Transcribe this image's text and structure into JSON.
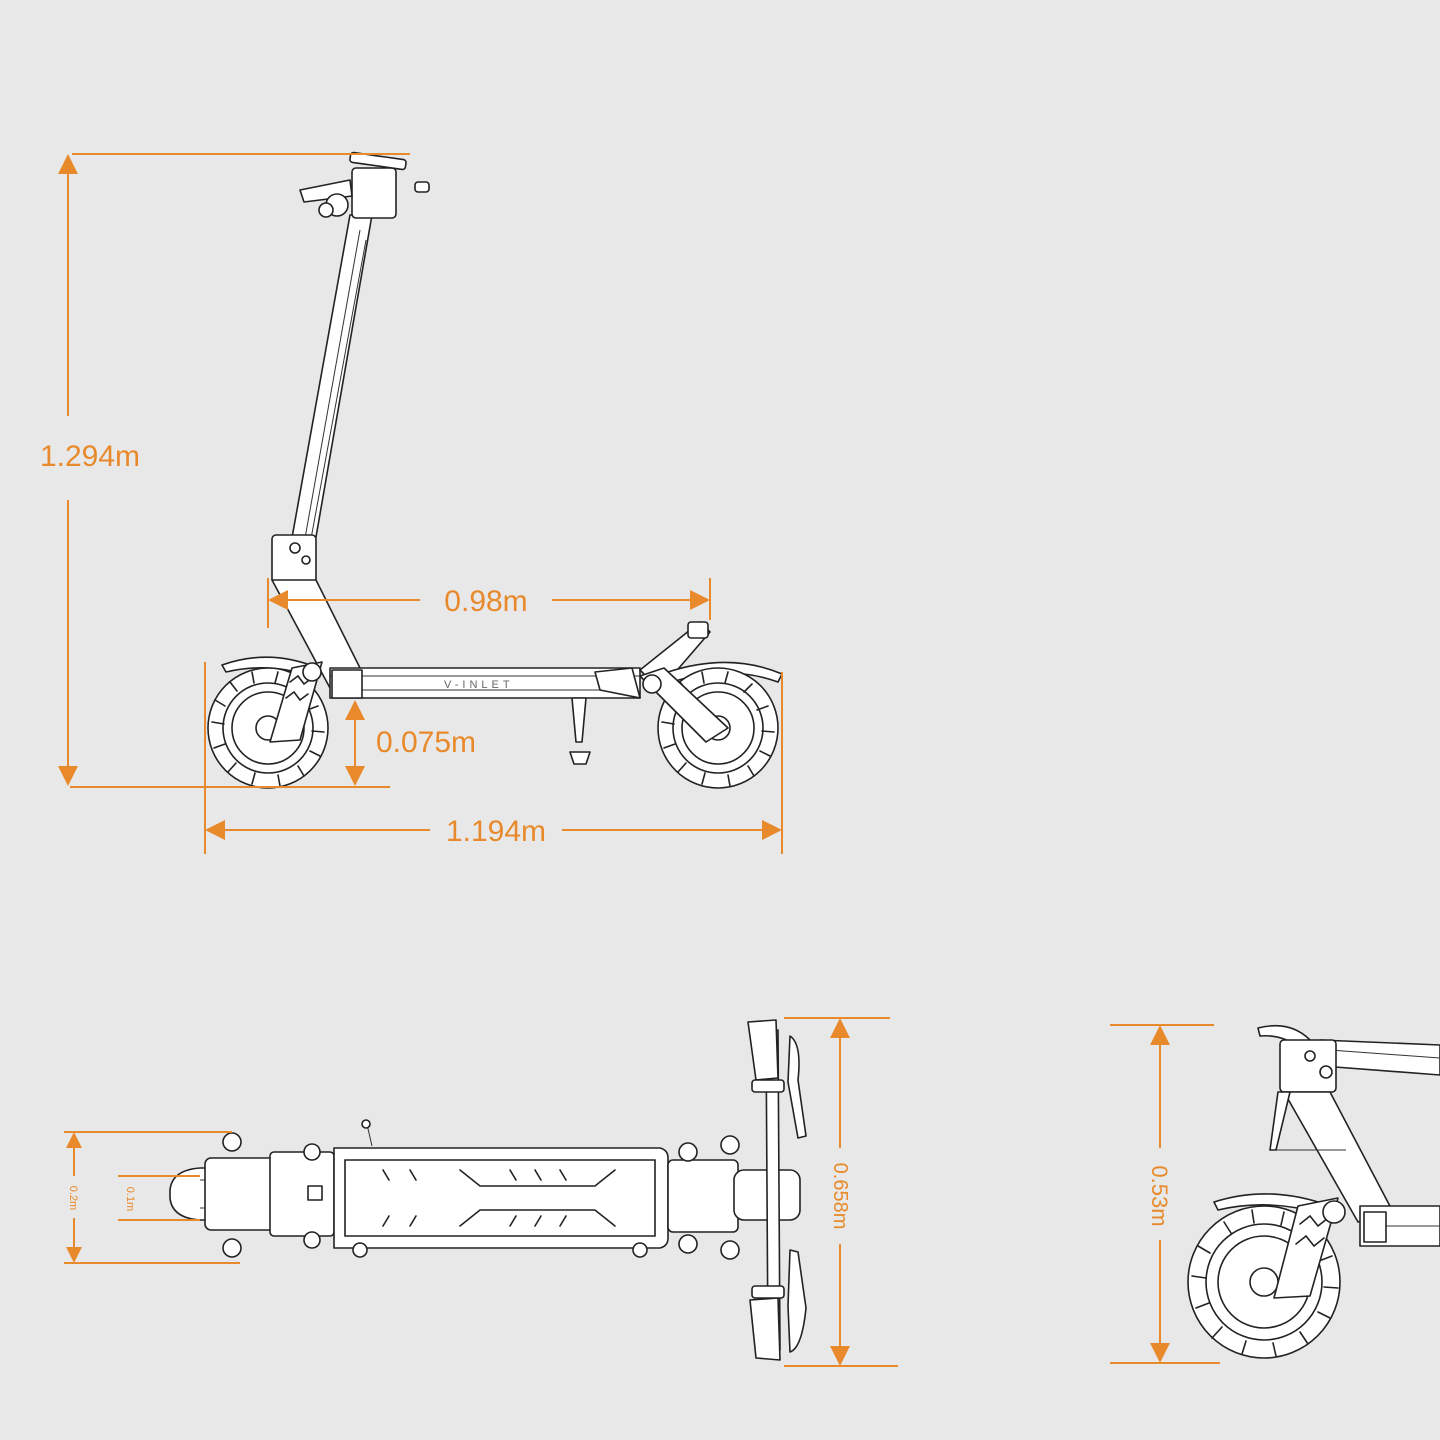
{
  "colors": {
    "background": "#e8e8e8",
    "dimension": "#e88a2b",
    "outline": "#222222",
    "fill": "#ffffff"
  },
  "dimensions": {
    "total_height": "1.294m",
    "deck_length": "0.98m",
    "ground_clearance": "0.075m",
    "total_length": "1.194m",
    "handlebar_width": "0.658m",
    "deck_width": "0.2m",
    "wheel_width": "0.1m",
    "folded_height": "0.53m"
  },
  "drawing_brand_text": "V-INLET"
}
